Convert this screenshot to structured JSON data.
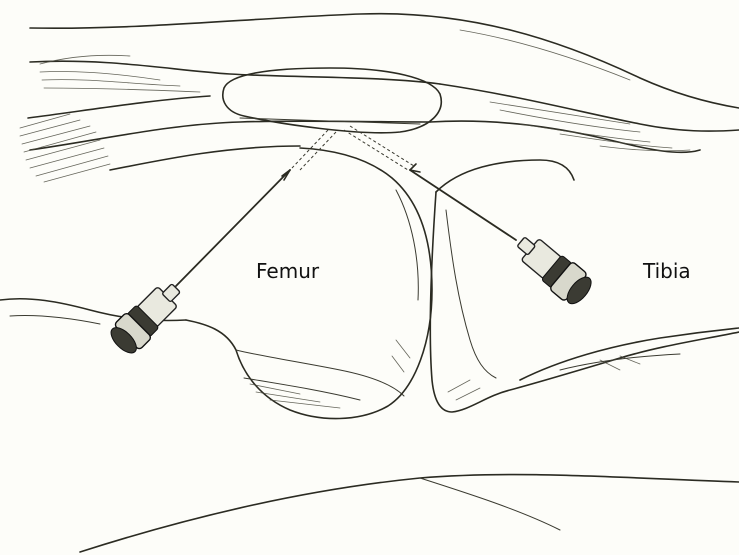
{
  "labels": {
    "femur": "Femur",
    "tibia": "Tibia"
  },
  "illustration": {
    "style": "pen-and-ink anatomical line drawing",
    "ink_color": "#2b2b22",
    "paper_color": "#fdfdf9",
    "icons": [
      "needle-syringe-hub-icon",
      "needle-syringe-hub-icon"
    ]
  }
}
